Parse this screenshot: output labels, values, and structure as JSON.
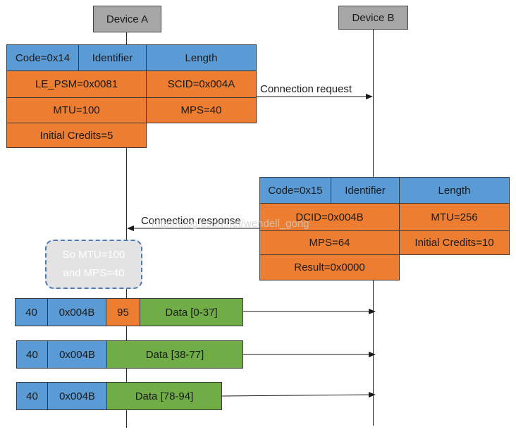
{
  "devices": {
    "a": "Device A",
    "b": "Device B"
  },
  "request": {
    "header": {
      "code": "Code=0x14",
      "identifier": "Identifier",
      "length": "Length"
    },
    "le_psm": "LE_PSM=0x0081",
    "scid": "SCID=0x004A",
    "mtu": "MTU=100",
    "mps": "MPS=40",
    "credits": "Initial Credits=5",
    "arrow_label": "Connection request"
  },
  "response": {
    "header": {
      "code": "Code=0x15",
      "identifier": "Identifier",
      "length": "Length"
    },
    "dcid": "DCID=0x004B",
    "mtu": "MTU=256",
    "mps": "MPS=64",
    "credits": "Initial Credits=10",
    "result": "Result=0x0000",
    "arrow_label": "Connection response"
  },
  "note": {
    "line1": "So MTU=100",
    "line2": "and MPS=40"
  },
  "watermark": "http://blog.csdn.net/wendell_gong",
  "frames": [
    {
      "len": "40",
      "cid": "0x004B",
      "sdu_len": "95",
      "data": "Data [0-37]"
    },
    {
      "len": "40",
      "cid": "0x004B",
      "data": "Data [38-77]"
    },
    {
      "len": "40",
      "cid": "0x004B",
      "data": "Data [78-94]"
    }
  ],
  "colors": {
    "device": "#a6a6a6",
    "header": "#5b9bd5",
    "field": "#ed7d31",
    "data": "#70ad47",
    "note_border": "#4a7ab5"
  }
}
